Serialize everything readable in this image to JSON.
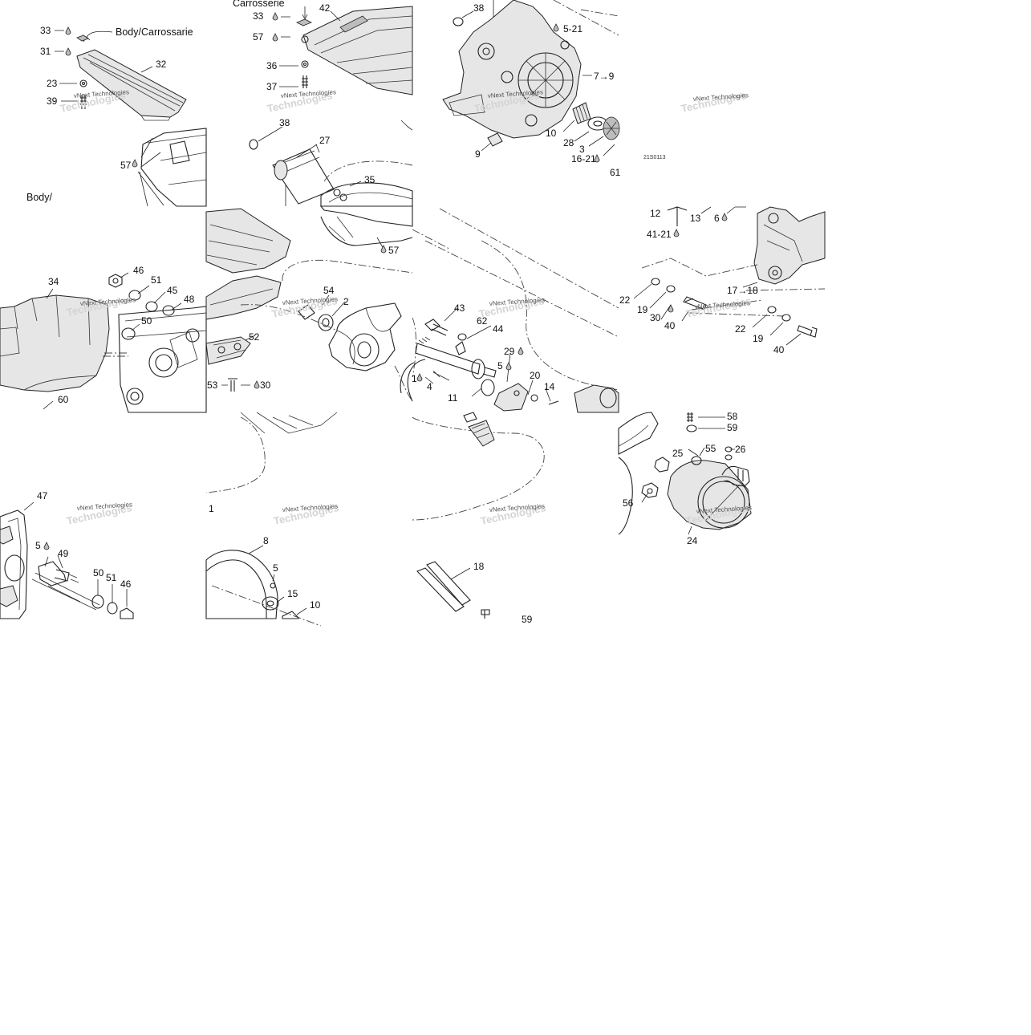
{
  "diagram": {
    "body_labels": [
      "Body/Carrossarie",
      "Carrosserie",
      "Body/"
    ],
    "figure_code": "21S0113",
    "watermarks": [
      "vNext Technologies",
      "vNext Technologies",
      "vNext Technologies",
      "vNext Technologies",
      "vNext Technologies",
      "vNext Technologies",
      "vNext Technologies",
      "vNext Technologies",
      "vNext Technologies",
      "vNext Technologies",
      "vNext Technologies",
      "vNext Technologies"
    ],
    "callouts": {
      "t1": [
        "33",
        "31",
        "23",
        "39",
        "32",
        "57"
      ],
      "t2": [
        "33",
        "57",
        "36",
        "37",
        "42",
        "38",
        "27",
        "35"
      ],
      "t3": [
        "38",
        "5-21",
        "7→9",
        "10",
        "28",
        "3",
        "16-21",
        "9",
        "61"
      ],
      "t5": [
        "34",
        "46",
        "51",
        "45",
        "48",
        "50",
        "60"
      ],
      "t6": [
        "54",
        "2",
        "52",
        "53",
        "30",
        "57"
      ],
      "t7": [
        "43",
        "62",
        "44",
        "29",
        "5",
        "1",
        "4",
        "11",
        "20",
        "14"
      ],
      "t8": [
        "12",
        "13",
        "6",
        "41-21",
        "17→18",
        "22",
        "19",
        "30",
        "40",
        "22",
        "19",
        "40"
      ],
      "t9": [
        "47",
        "5",
        "49",
        "50",
        "51",
        "46"
      ],
      "t10": [
        "1",
        "8",
        "5",
        "15",
        "10"
      ],
      "t11": [
        "18",
        "59"
      ],
      "t12": [
        "58",
        "59",
        "55",
        "25",
        "26",
        "56",
        "24"
      ]
    }
  }
}
